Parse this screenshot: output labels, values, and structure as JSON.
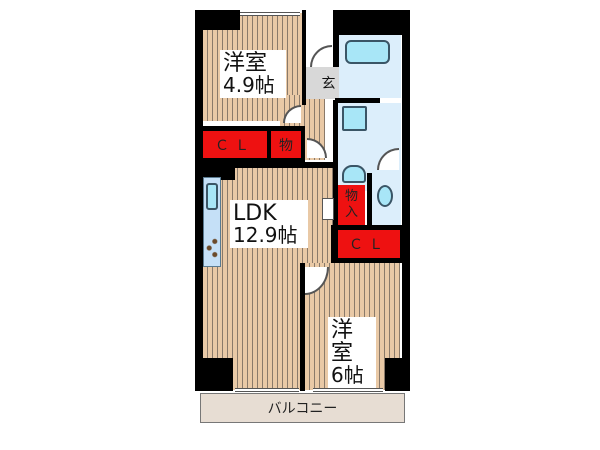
{
  "floorplan": {
    "rooms": {
      "western_room_1": {
        "name": "洋室",
        "size": "4.9帖"
      },
      "ldk": {
        "name": "LDK",
        "size": "12.9帖"
      },
      "western_room_2": {
        "name": "洋室",
        "size": "6帖"
      }
    },
    "storage": {
      "closet_1": "ＣＬ",
      "storage_1": "物",
      "storage_2_line1": "物",
      "storage_2_line2": "入",
      "closet_2": "ＣＬ"
    },
    "entrance": "玄",
    "balcony": "バルコニー",
    "colors": {
      "wall": "#000000",
      "floor": "#e9c9a6",
      "storage": "#ee1111",
      "wet_area": "#dceefb",
      "fixture": "#a8e6f7",
      "entrance": "#d8d8d8",
      "balcony": "#e7ddd3"
    }
  }
}
